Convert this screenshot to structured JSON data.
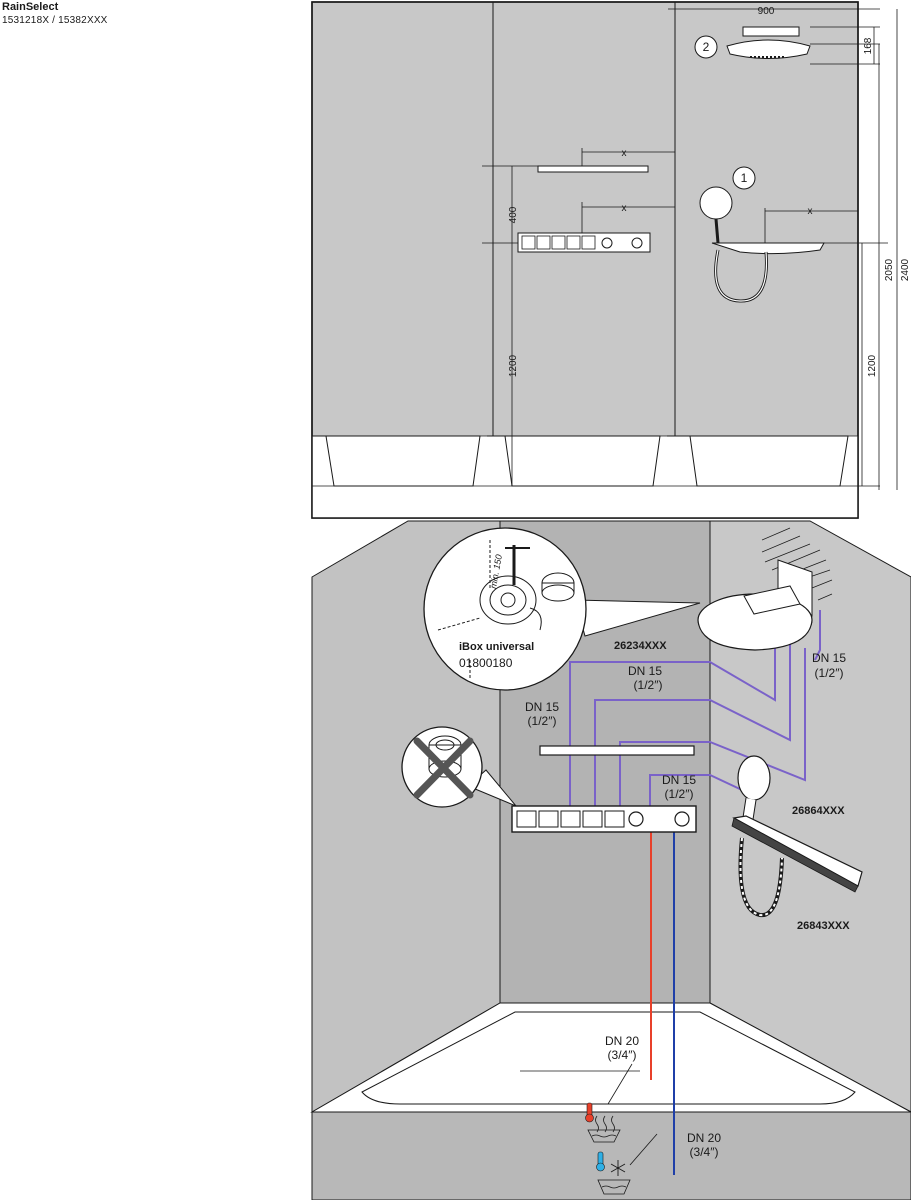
{
  "header": {
    "product_name": "RainSelect",
    "article_numbers": "1531218X / 15382XXX"
  },
  "elevation": {
    "dim_width": "900",
    "dim_head_height": "168",
    "dim_x_1": "x",
    "dim_x_2": "x",
    "dim_x_3": "x",
    "dim_400": "400",
    "dim_1200_left": "1200",
    "dim_1200_right": "1200",
    "dim_2050": "2050",
    "dim_2400": "2400",
    "callout_1": "1",
    "callout_2": "2"
  },
  "install": {
    "ibox_label": "iBox universal",
    "ibox_code": "01800180",
    "ibox_min": "min. 150",
    "head_code": "26234XXX",
    "handshower_code": "26864XXX",
    "shelf_code": "26843XXX",
    "dn15_a_line1": "DN 15",
    "dn15_a_line2": "(1/2″)",
    "dn15_b_line1": "DN 15",
    "dn15_b_line2": "(1/2″)",
    "dn15_c_line1": "DN 15",
    "dn15_c_line2": "(1/2″)",
    "dn15_d_line1": "DN 15",
    "dn15_d_line2": "(1/2″)",
    "dn20_hot_line1": "DN 20",
    "dn20_hot_line2": "(3/4″)",
    "dn20_cold_line1": "DN 20",
    "dn20_cold_line2": "(3/4″)",
    "colors": {
      "hot": "#e8402a",
      "cold": "#1f3fa8",
      "pipe": "#7a62c9",
      "wall": "#c9c9c9",
      "wall_dark": "#b3b3b3"
    }
  }
}
